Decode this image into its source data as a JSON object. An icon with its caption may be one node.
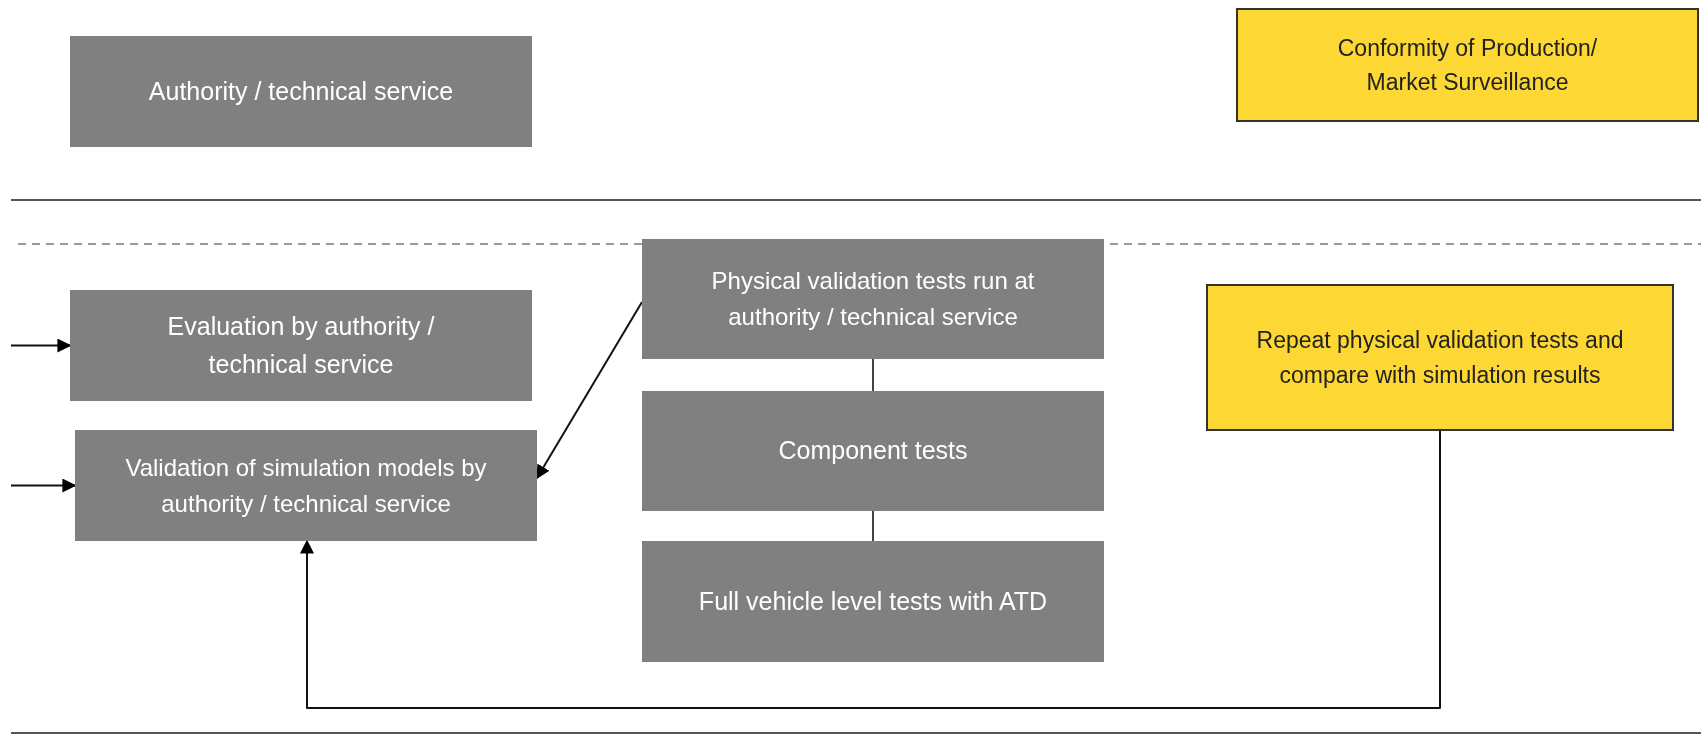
{
  "diagram": {
    "nodes": [
      {
        "text": [
          "Authority / technical service"
        ]
      },
      {
        "text": [
          "Conformity of Production/ Market Surveillance"
        ]
      },
      {
        "text": [
          "Evaluation by authority / technical service"
        ]
      },
      {
        "text": [
          "Validation of simulation models by authority / technical service"
        ]
      },
      {
        "text": [
          "Physical validation tests run at authority / technical service"
        ]
      },
      {
        "text": [
          "Component tests"
        ]
      },
      {
        "text": [
          "Full vehicle level tests with ATD"
        ]
      },
      {
        "text": [
          "Repeat physical validation tests and compare with simulation results"
        ]
      }
    ],
    "edges": [
      {
        "from": null,
        "to": 2,
        "arrow": "to"
      },
      {
        "from": null,
        "to": 3,
        "arrow": "to"
      },
      {
        "from": 4,
        "to": 3,
        "arrow": "to"
      },
      {
        "from": 4,
        "to": 5,
        "arrow": "none"
      },
      {
        "from": 5,
        "to": 6,
        "arrow": "none"
      },
      {
        "from": 7,
        "to": 3,
        "arrow": "to"
      }
    ]
  }
}
